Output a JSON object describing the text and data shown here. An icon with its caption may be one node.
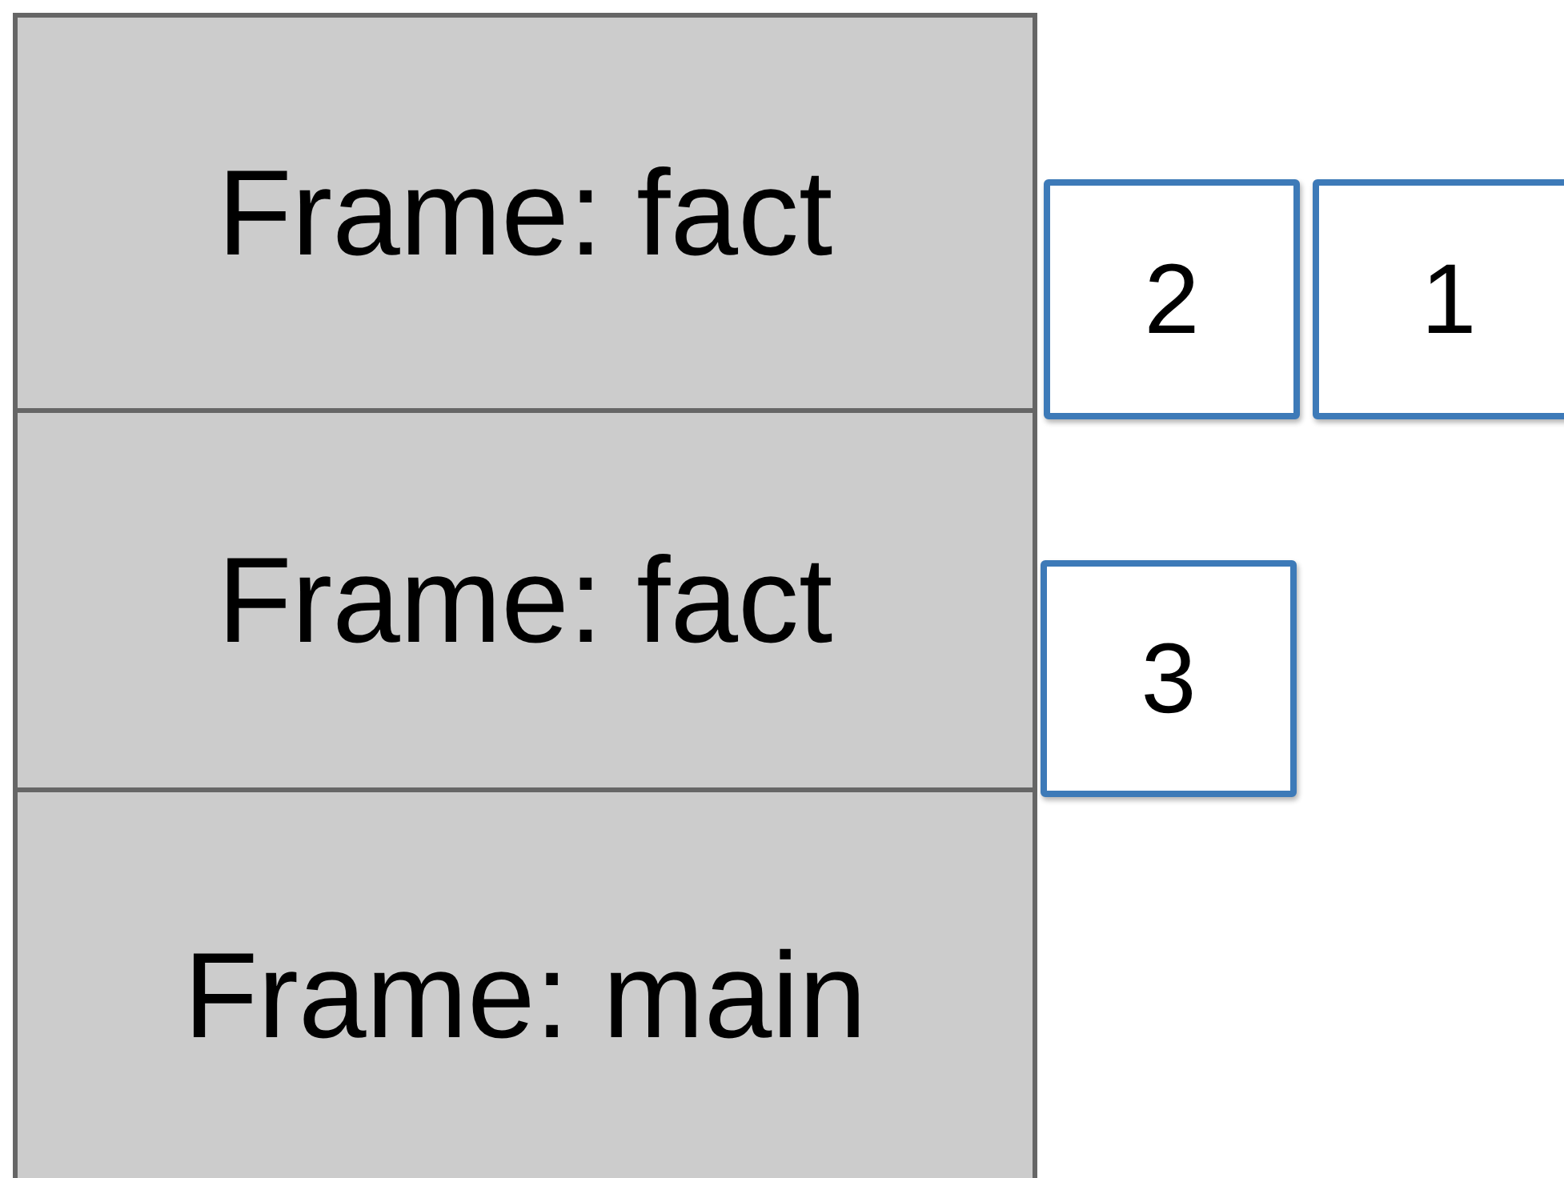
{
  "diagram": {
    "nodes": [
      {
        "text": [
          "Frame: fact"
        ]
      },
      {
        "text": [
          "Frame: fact"
        ]
      },
      {
        "text": [
          "Frame: main"
        ]
      },
      {
        "text": [
          "2"
        ]
      },
      {
        "text": [
          "1"
        ]
      },
      {
        "text": [
          "3"
        ]
      }
    ]
  }
}
